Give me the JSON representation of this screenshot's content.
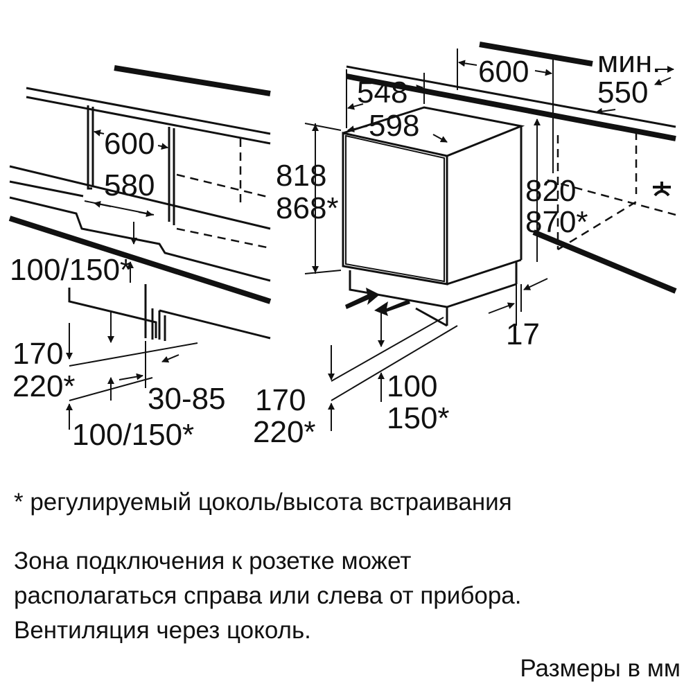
{
  "left_figure": {
    "dims": {
      "width_600": "600",
      "width_580": "580",
      "plinth_top": "100/150*",
      "plinth_height_170": "170",
      "plinth_height_220": "220*",
      "setback": "30-85",
      "plinth_bottom": "100/150*"
    }
  },
  "right_figure": {
    "dims": {
      "niche_width": "600",
      "min_label": "мин.",
      "min_depth": "550",
      "depth_548": "548",
      "width_598": "598",
      "height_818": "818",
      "height_868": "868*",
      "niche_820": "820",
      "niche_870": "870*",
      "gap_17": "17",
      "plinth_170": "170",
      "plinth_220": "220*",
      "vent_100": "100",
      "vent_150": "150*"
    },
    "socket_icon": "power-socket-icon"
  },
  "footnote": "* регулируемый цоколь/высота встраивания",
  "connection_note": [
    "Зона подключения к розетке может",
    "располагаться справа или слева от прибора.",
    "Вентиляция через цоколь."
  ],
  "units_note": "Размеры в мм"
}
